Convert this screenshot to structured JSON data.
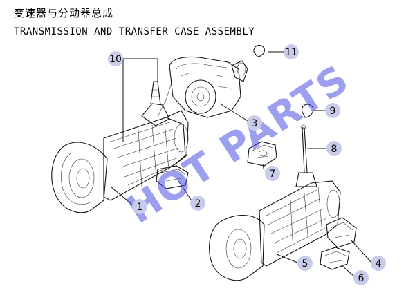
{
  "title_cn": "变速器与分动器总成",
  "title_en": "TRANSMISSION AND TRANSFER CASE ASSEMBLY",
  "watermark": "HOT PARTS",
  "callouts": [
    {
      "id": "1",
      "label": "1"
    },
    {
      "id": "2",
      "label": "2"
    },
    {
      "id": "3",
      "label": "3"
    },
    {
      "id": "4",
      "label": "4"
    },
    {
      "id": "5",
      "label": "5"
    },
    {
      "id": "6",
      "label": "6"
    },
    {
      "id": "7",
      "label": "7"
    },
    {
      "id": "8",
      "label": "8"
    },
    {
      "id": "9",
      "label": "9"
    },
    {
      "id": "10",
      "label": "10"
    },
    {
      "id": "11",
      "label": "11"
    }
  ],
  "colors": {
    "callout_fill": "#c9cbea",
    "watermark": "#4b4ee0",
    "line": "#111111"
  }
}
